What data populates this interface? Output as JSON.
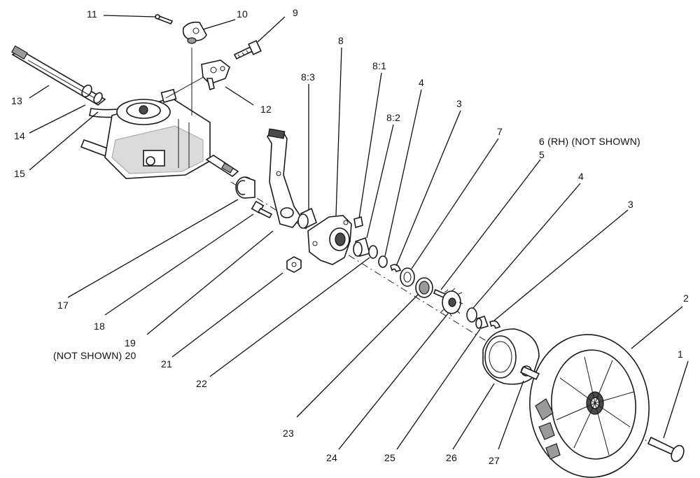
{
  "labels": {
    "l1": "1",
    "l2": "2",
    "l3a": "3",
    "l3b": "3",
    "l4a": "4",
    "l4b": "4",
    "l5": "5",
    "l6": "6  (RH)  (NOT SHOWN)",
    "l7": "7",
    "l8": "8",
    "l8_1": "8:1",
    "l8_2": "8:2",
    "l8_3": "8:3",
    "l9": "9",
    "l10": "10",
    "l11": "11",
    "l12": "12",
    "l13": "13",
    "l14": "14",
    "l15": "15",
    "l17": "17",
    "l18": "18",
    "l19": "19",
    "l20": "(NOT SHOWN) 20",
    "l21": "21",
    "l22": "22",
    "l23": "23",
    "l24": "24",
    "l25": "25",
    "l26": "26",
    "l27": "27"
  }
}
